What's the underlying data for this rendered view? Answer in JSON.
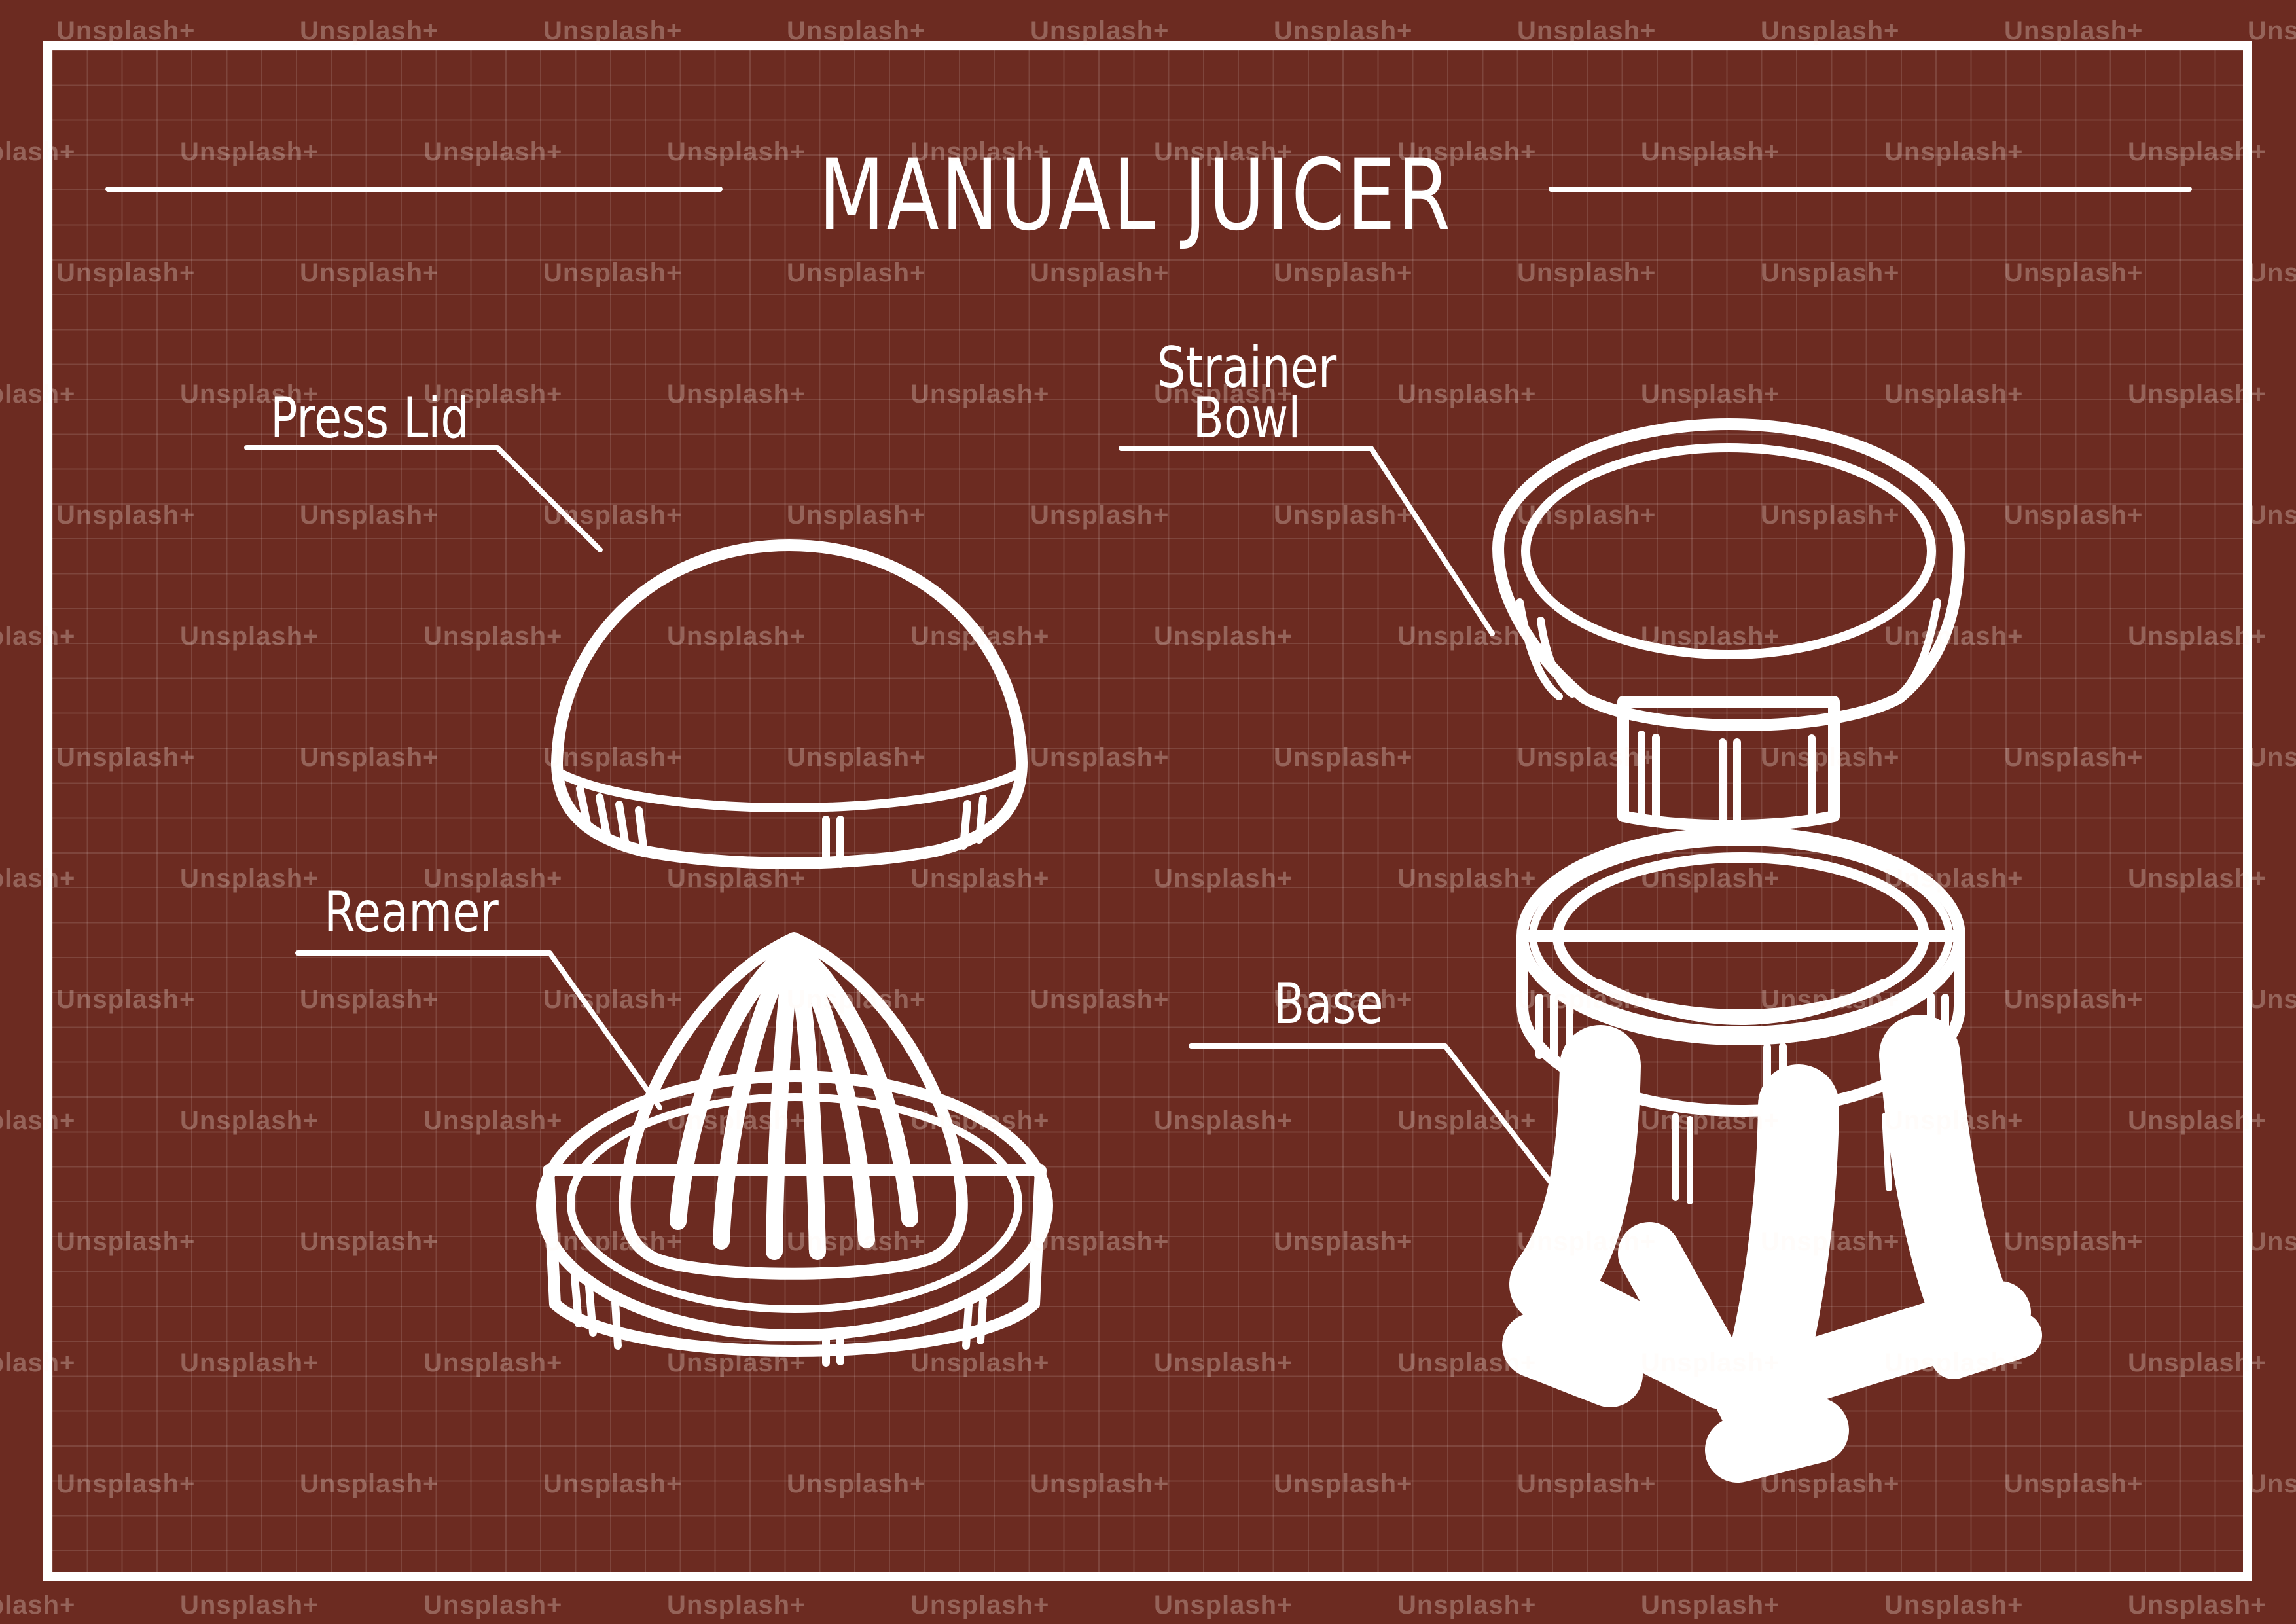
{
  "title": "MANUAL JUICER",
  "watermark": {
    "text": "Unsplash+"
  },
  "labels": {
    "press_lid": "Press Lid",
    "strainer_line1": "Strainer",
    "strainer_line2": "Bowl",
    "reamer": "Reamer",
    "base": "Base"
  },
  "parts": [
    {
      "name": "press-lid",
      "label": "Press Lid"
    },
    {
      "name": "strainer-bowl",
      "label": "Strainer Bowl"
    },
    {
      "name": "reamer",
      "label": "Reamer"
    },
    {
      "name": "base",
      "label": "Base"
    }
  ],
  "colors": {
    "bg": "#6C2B21",
    "line": "#FFFFFF",
    "grid": "rgba(255,255,255,0.12)",
    "watermark": "rgba(255,244,238,0.28)"
  }
}
